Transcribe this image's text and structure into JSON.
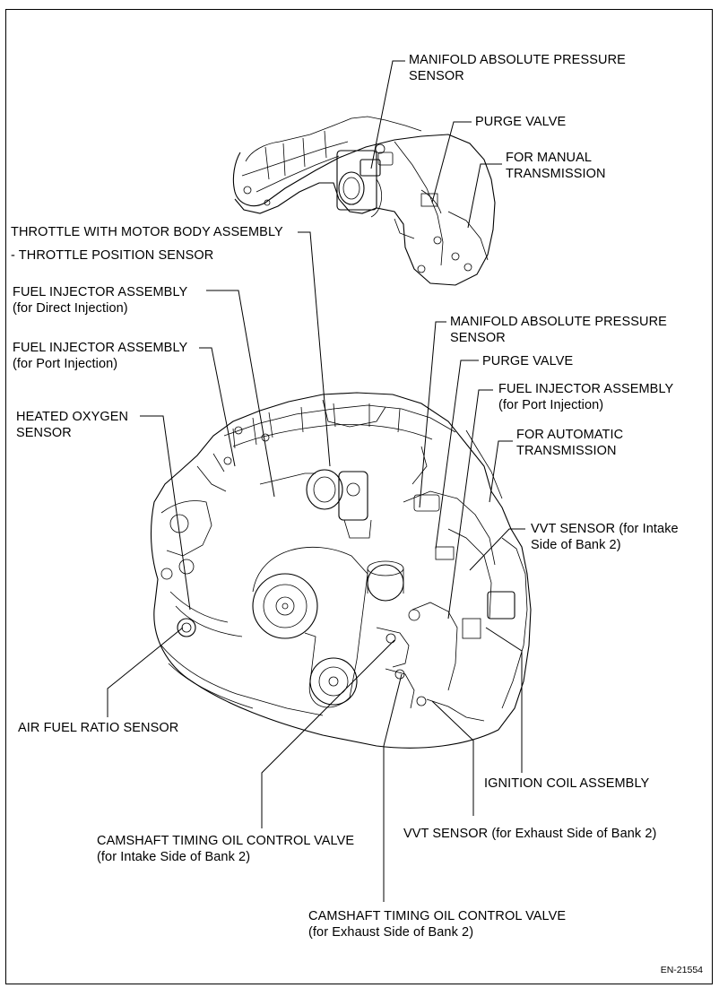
{
  "labels": {
    "map_upper": [
      "MANIFOLD ABSOLUTE PRESSURE",
      "SENSOR"
    ],
    "purge_upper": "PURGE VALVE",
    "manual_trans": [
      "FOR MANUAL",
      "TRANSMISSION"
    ],
    "throttle": [
      "THROTTLE WITH MOTOR BODY ASSEMBLY",
      " - THROTTLE POSITION SENSOR"
    ],
    "injector_direct": [
      "FUEL INJECTOR ASSEMBLY",
      "(for Direct Injection)"
    ],
    "injector_port_left": [
      "FUEL INJECTOR ASSEMBLY",
      "(for Port Injection)"
    ],
    "heated_oxygen": [
      "HEATED OXYGEN",
      "SENSOR"
    ],
    "map_lower": [
      "MANIFOLD ABSOLUTE PRESSURE",
      "SENSOR"
    ],
    "purge_lower": "PURGE VALVE",
    "injector_port_right": [
      "FUEL INJECTOR ASSEMBLY",
      "(for Port Injection)"
    ],
    "auto_trans": [
      "FOR AUTOMATIC",
      "TRANSMISSION"
    ],
    "vvt_intake": [
      "VVT SENSOR (for Intake",
      " Side of Bank 2)"
    ],
    "air_fuel": "AIR FUEL RATIO SENSOR",
    "ignition_coil": "IGNITION COIL ASSEMBLY",
    "vvt_exhaust": "VVT SENSOR (for Exhaust Side of Bank 2)",
    "ocv_intake": [
      "CAMSHAFT TIMING OIL CONTROL VALVE",
      "(for Intake Side of Bank 2)"
    ],
    "ocv_exhaust": [
      "CAMSHAFT TIMING OIL CONTROL VALVE",
      "(for Exhaust Side of Bank 2)"
    ]
  },
  "figure_id": "EN-21554"
}
